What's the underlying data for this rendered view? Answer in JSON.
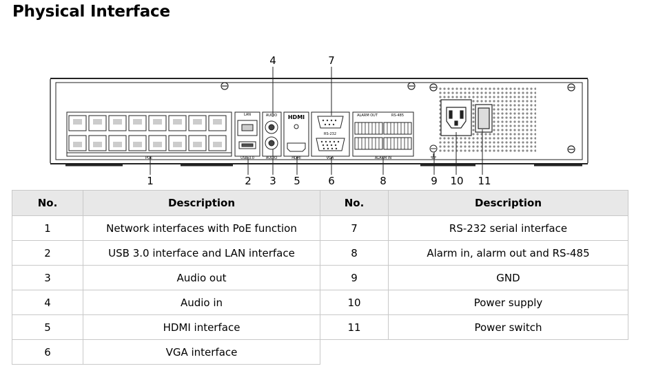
{
  "page": {
    "title": "Physical Interface"
  },
  "device": {
    "panel_labels": {
      "poe": "POE",
      "lan": "LAN",
      "usb": "USB 3.0",
      "audio_in": "AUDIO",
      "audio_out": "AUDIO",
      "hdmi_logo": "HDMI",
      "hdmi": "HDMI",
      "rs232": "RS-232",
      "vga": "VGA",
      "alarm_out": "ALARM OUT",
      "rs485": "RS-485",
      "alarm_in": "ALARM IN"
    },
    "callouts": [
      "1",
      "2",
      "3",
      "4",
      "5",
      "6",
      "7",
      "8",
      "9",
      "10",
      "11"
    ]
  },
  "table": {
    "headers": [
      "No.",
      "Description",
      "No.",
      "Description"
    ],
    "left_rows": [
      {
        "no": "1",
        "desc": "Network interfaces with PoE function"
      },
      {
        "no": "2",
        "desc": "USB 3.0 interface and LAN interface"
      },
      {
        "no": "3",
        "desc": "Audio out"
      },
      {
        "no": "4",
        "desc": "Audio in"
      },
      {
        "no": "5",
        "desc": "HDMI interface"
      },
      {
        "no": "6",
        "desc": "VGA interface"
      }
    ],
    "right_rows": [
      {
        "no": "7",
        "desc": "RS-232 serial interface"
      },
      {
        "no": "8",
        "desc": "Alarm in, alarm out and RS-485"
      },
      {
        "no": "9",
        "desc": "GND"
      },
      {
        "no": "10",
        "desc": "Power supply"
      },
      {
        "no": "11",
        "desc": "Power switch"
      }
    ]
  }
}
